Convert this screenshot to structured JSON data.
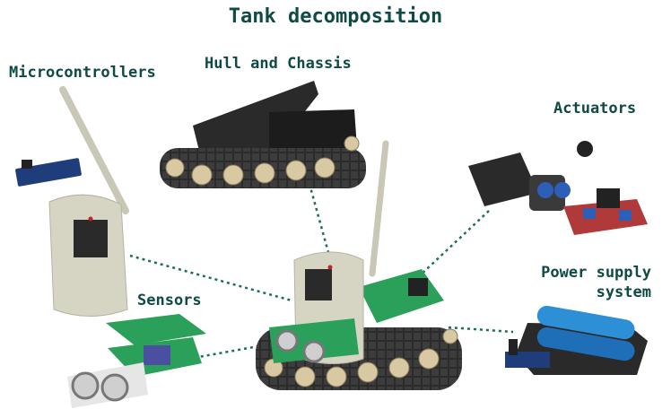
{
  "title": "Tank decomposition",
  "labels": {
    "microcontrollers": "Microcontrollers",
    "hull": "Hull and Chassis",
    "actuators": "Actuators",
    "power_line1": "Power supply",
    "power_line2": "system",
    "sensors": "Sensors"
  },
  "colors": {
    "text": "#0f4a44",
    "connector": "#1f6b5f"
  }
}
